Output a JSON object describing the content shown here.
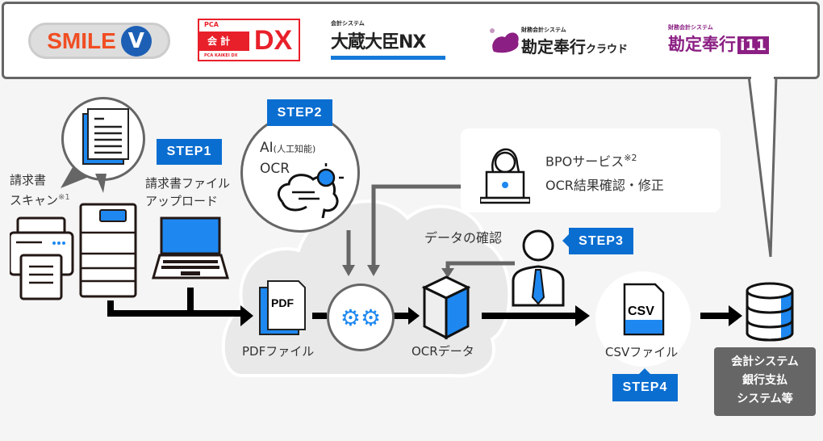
{
  "logos": {
    "smile": {
      "text": "SMILE",
      "mark": "V"
    },
    "pca": {
      "small": "PCA",
      "main": "会 計",
      "dx": "DX",
      "sub": "PCA KAIKEI DX"
    },
    "okura": {
      "small": "会計システム",
      "main": "大蔵大臣NX"
    },
    "bugyo_cloud": {
      "small": "財務会計システム",
      "main": "勘定奉行",
      "suffix": "クラウド"
    },
    "bugyo_i11": {
      "small": "財務会計システム",
      "main": "勘定奉行",
      "suffix": "i11"
    }
  },
  "scan": {
    "line1": "請求書",
    "line2": "スキャン",
    "note": "※1"
  },
  "step1": {
    "label": "STEP1",
    "line1": "請求書ファイル",
    "line2": "アップロード"
  },
  "step2": {
    "label": "STEP2",
    "line1": "AI",
    "line1_small": "(人工知能)",
    "line2": "OCR"
  },
  "pdf": {
    "icon_text": "PDF",
    "label": "PDFファイル"
  },
  "ocr": {
    "label": "OCRデータ"
  },
  "bpo": {
    "title": "BPOサービス",
    "note": "※2",
    "desc": "OCR結果確認・修正"
  },
  "check": {
    "label": "データの確認"
  },
  "step3": {
    "label": "STEP3"
  },
  "csv": {
    "icon_text": "CSV",
    "label": "CSVファイル"
  },
  "step4": {
    "label": "STEP4"
  },
  "destination": {
    "line1": "会計システム",
    "line2": "銀行支払",
    "line3": "システム等"
  },
  "colors": {
    "accent": "#0a6ed1",
    "icon_blue": "#1e88f0",
    "gray": "#666666",
    "background": "#f5f5f5"
  }
}
